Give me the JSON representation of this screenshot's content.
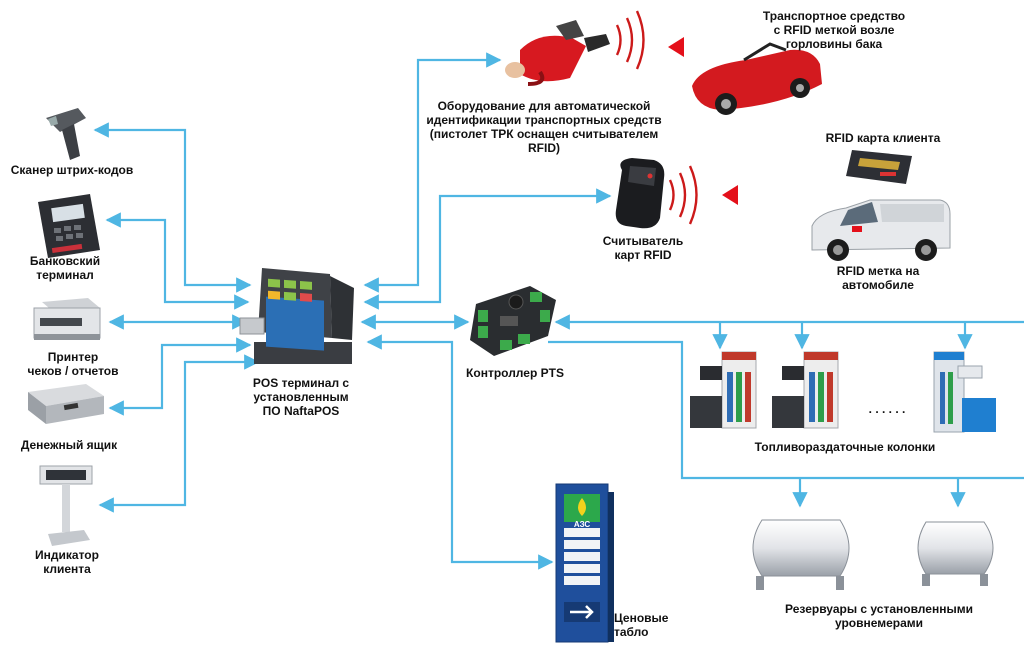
{
  "labels": {
    "barcode_scanner": "Сканер штрих-кодов",
    "bank_terminal": "Банковский\nтерминал",
    "printer": "Принтер\nчеков / отчетов",
    "cash_drawer": "Денежный ящик",
    "customer_display": "Индикатор\nклиента",
    "pos_terminal": "POS терминал с\nустановленным\nПО NaftaPOS",
    "auto_id_equipment": "Оборудование для автоматической\nидентификации транспортных средств\n(пистолет ТРК оснащен считывателем\nRFID)",
    "vehicle_tag_tank": "Транспортное средство\nс RFID меткой возле\nгорловины бака",
    "rfid_client_card": "RFID карта клиента",
    "card_reader": "Считыватель\nкарт RFID",
    "rfid_tag_vehicle": "RFID метка на\nавтомобиле",
    "pts_controller": "Контроллер PTS",
    "fuel_dispensers": "Топливораздаточные колонки",
    "dispenser_ellipsis": ". . . . . .",
    "price_board": "Ценовые\nтабло",
    "tanks": "Резервуары с установленными\nуровнемерами"
  },
  "price_board_sign": "АЗС",
  "colors": {
    "connector": "#4fb6e3",
    "rfid_arrow": "#e4101a",
    "board_blue": "#1f4f9c"
  }
}
